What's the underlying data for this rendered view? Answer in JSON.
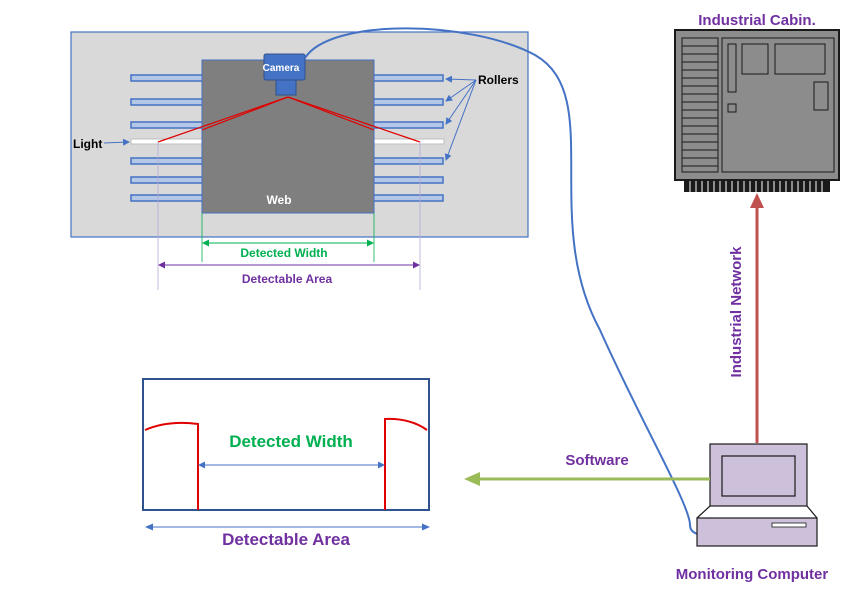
{
  "colors": {
    "purple": "#7030A0",
    "green": "#00B050",
    "red_line": "#E00000",
    "blue_line": "#4472C4",
    "network_arrow": "#C0504D",
    "software_arrow": "#9BBB59",
    "panel_bg": "#D9D9D9",
    "web_gray": "#7F7F7F",
    "cabinet_gray": "#8C8C8C",
    "computer_fill": "#CCC0DA"
  },
  "labels": {
    "camera": "Camera",
    "rollers": "Rollers",
    "light": "Light",
    "web": "Web",
    "detected_width_top": "Detected Width",
    "detectable_area_top": "Detectable Area",
    "detected_width_bottom": "Detected Width",
    "detectable_area_bottom": "Detectable Area",
    "industrial_cabinet": "Industrial Cabin.",
    "industrial_network": "Industrial Network",
    "software": "Software",
    "monitoring_computer": "Monitoring Computer"
  },
  "icons": {
    "camera": "camera-icon",
    "cabinet": "industrial-cabinet-icon",
    "computer": "monitoring-computer-icon"
  }
}
